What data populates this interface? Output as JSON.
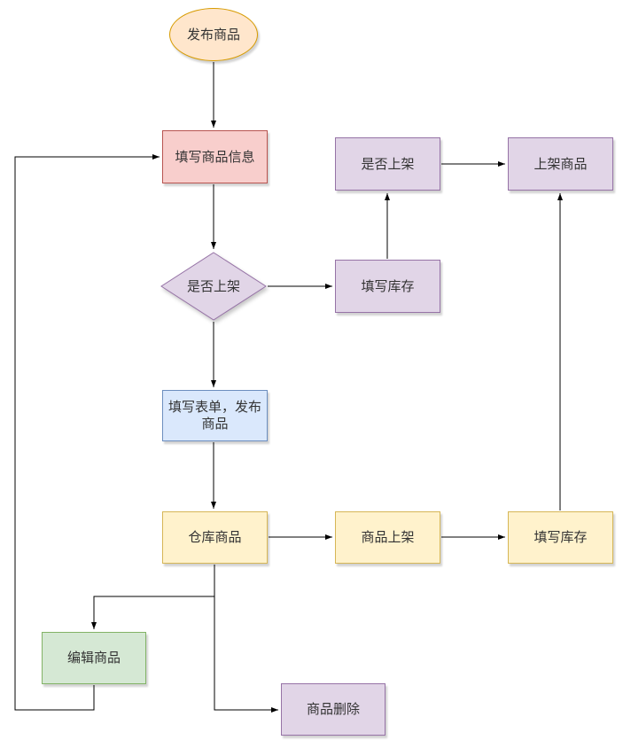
{
  "diagram": {
    "type": "flowchart",
    "background_color": "#ffffff",
    "connector_color": "#000000",
    "text_color": "#333333",
    "nodes": {
      "publish_product": {
        "label": "发布商品",
        "shape": "ellipse",
        "fill": "#FFE6CC",
        "stroke": "#D79B00"
      },
      "fill_product_info": {
        "label": "填写商品信息",
        "shape": "rect",
        "fill": "#F8CECC",
        "stroke": "#B85450"
      },
      "list_decision": {
        "label": "是否上架",
        "shape": "diamond",
        "fill": "#E1D5E7",
        "stroke": "#9673A6"
      },
      "fill_stock_upper": {
        "label": "填写库存",
        "shape": "rect",
        "fill": "#E1D5E7",
        "stroke": "#9673A6"
      },
      "list_check": {
        "label": "是否上架",
        "shape": "rect",
        "fill": "#E1D5E7",
        "stroke": "#9673A6"
      },
      "shelve_product": {
        "label": "上架商品",
        "shape": "rect",
        "fill": "#E1D5E7",
        "stroke": "#9673A6"
      },
      "fill_form_publish": {
        "label": "填写表单，发布商品",
        "shape": "rect",
        "fill": "#DAE8FC",
        "stroke": "#6C8EBF"
      },
      "warehouse_product": {
        "label": "仓库商品",
        "shape": "rect",
        "fill": "#FFF2CC",
        "stroke": "#D6B656"
      },
      "product_on_shelf": {
        "label": "商品上架",
        "shape": "rect",
        "fill": "#FFF2CC",
        "stroke": "#D6B656"
      },
      "fill_stock_lower": {
        "label": "填写库存",
        "shape": "rect",
        "fill": "#FFF2CC",
        "stroke": "#D6B656"
      },
      "edit_product": {
        "label": "编辑商品",
        "shape": "rect",
        "fill": "#D5E8D4",
        "stroke": "#82B366"
      },
      "delete_product": {
        "label": "商品删除",
        "shape": "rect",
        "fill": "#E1D5E7",
        "stroke": "#9673A6"
      }
    },
    "edges": [
      {
        "from": "publish_product",
        "to": "fill_product_info"
      },
      {
        "from": "fill_product_info",
        "to": "list_decision"
      },
      {
        "from": "list_decision",
        "to": "fill_stock_upper"
      },
      {
        "from": "fill_stock_upper",
        "to": "list_check"
      },
      {
        "from": "list_check",
        "to": "shelve_product"
      },
      {
        "from": "list_decision",
        "to": "fill_form_publish"
      },
      {
        "from": "fill_form_publish",
        "to": "warehouse_product"
      },
      {
        "from": "warehouse_product",
        "to": "product_on_shelf"
      },
      {
        "from": "product_on_shelf",
        "to": "fill_stock_lower"
      },
      {
        "from": "fill_stock_lower",
        "to": "shelve_product"
      },
      {
        "from": "warehouse_product",
        "to": "edit_product"
      },
      {
        "from": "warehouse_product",
        "to": "delete_product"
      },
      {
        "from": "edit_product",
        "to": "fill_product_info"
      }
    ]
  }
}
